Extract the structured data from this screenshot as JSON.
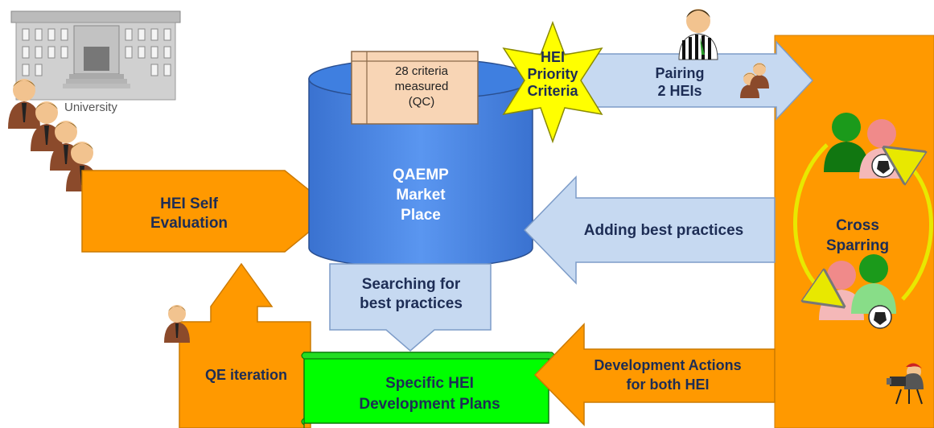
{
  "university_label": "University",
  "criteria_note": {
    "line1": "28 criteria",
    "line2": "measured",
    "line3": "(QC)"
  },
  "priority_star": {
    "line1": "HEI",
    "line2": "Priority",
    "line3": "Criteria"
  },
  "pairing": {
    "line1": "Pairing",
    "line2": "2 HEIs"
  },
  "marketplace": {
    "line1": "QAEMP",
    "line2": "Market",
    "line3": "Place"
  },
  "self_evaluation": {
    "line1": "HEI Self",
    "line2": "Evaluation"
  },
  "adding_practices": "Adding best practices",
  "searching": {
    "line1": "Searching for",
    "line2": "best practices"
  },
  "cross_sparring": {
    "line1": "Cross",
    "line2": "Sparring"
  },
  "qe_iteration": "QE iteration",
  "dev_plans": {
    "line1": "Specific HEI",
    "line2": "Development Plans"
  },
  "dev_actions": {
    "line1": "Development Actions",
    "line2": "for both HEI"
  },
  "colors": {
    "orange": "#ff9900",
    "light_blue": "#c6d9f1",
    "cylinder_blue": "#4a86e8",
    "green": "#00ff00",
    "star_yellow": "#ffff00",
    "note_tan": "#f8d5b5"
  }
}
